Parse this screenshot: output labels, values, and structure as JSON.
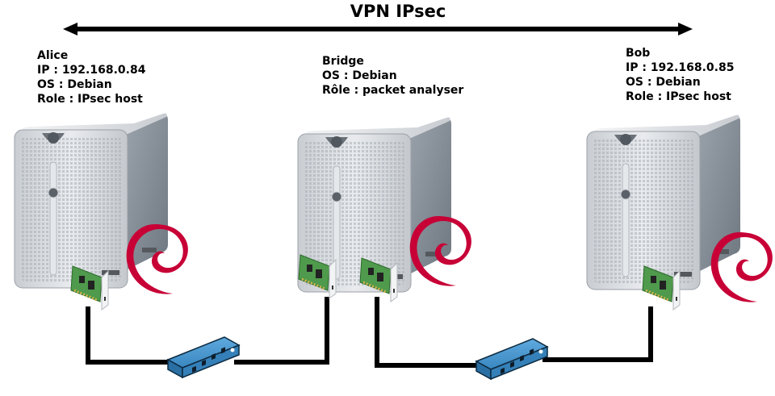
{
  "diagram": {
    "title": "VPN IPsec",
    "nodes": [
      {
        "id": "alice",
        "name": "Alice",
        "lines": [
          "IP : 192.168.0.84",
          "OS : Debian",
          "Role : IPsec host"
        ],
        "icon": "server-tower-icon",
        "nics": 1,
        "os_logo": "debian-swirl-icon"
      },
      {
        "id": "bridge",
        "name": "Bridge",
        "lines": [
          "OS : Debian",
          "Rôle : packet analyser"
        ],
        "icon": "server-tower-icon",
        "nics": 2,
        "os_logo": "debian-swirl-icon"
      },
      {
        "id": "bob",
        "name": "Bob",
        "lines": [
          "IP : 192.168.0.85",
          "OS : Debian",
          "Role : IPsec host"
        ],
        "icon": "server-tower-icon",
        "nics": 1,
        "os_logo": "debian-swirl-icon"
      }
    ],
    "switches": [
      {
        "id": "switch-1",
        "icon": "network-switch-icon",
        "ports": 4
      },
      {
        "id": "switch-2",
        "icon": "network-switch-icon",
        "ports": 4
      }
    ],
    "links": [
      {
        "from": "alice",
        "to": "switch-1"
      },
      {
        "from": "switch-1",
        "to": "bridge"
      },
      {
        "from": "bridge",
        "to": "switch-2"
      },
      {
        "from": "switch-2",
        "to": "bob"
      }
    ],
    "vpn_span": {
      "from": "alice",
      "to": "bob",
      "style": "double-arrow"
    },
    "colors": {
      "debian_red": "#c70036",
      "switch_blue": "#3d8fc9",
      "nic_green": "#4f9a4c",
      "cable": "#000000"
    }
  }
}
